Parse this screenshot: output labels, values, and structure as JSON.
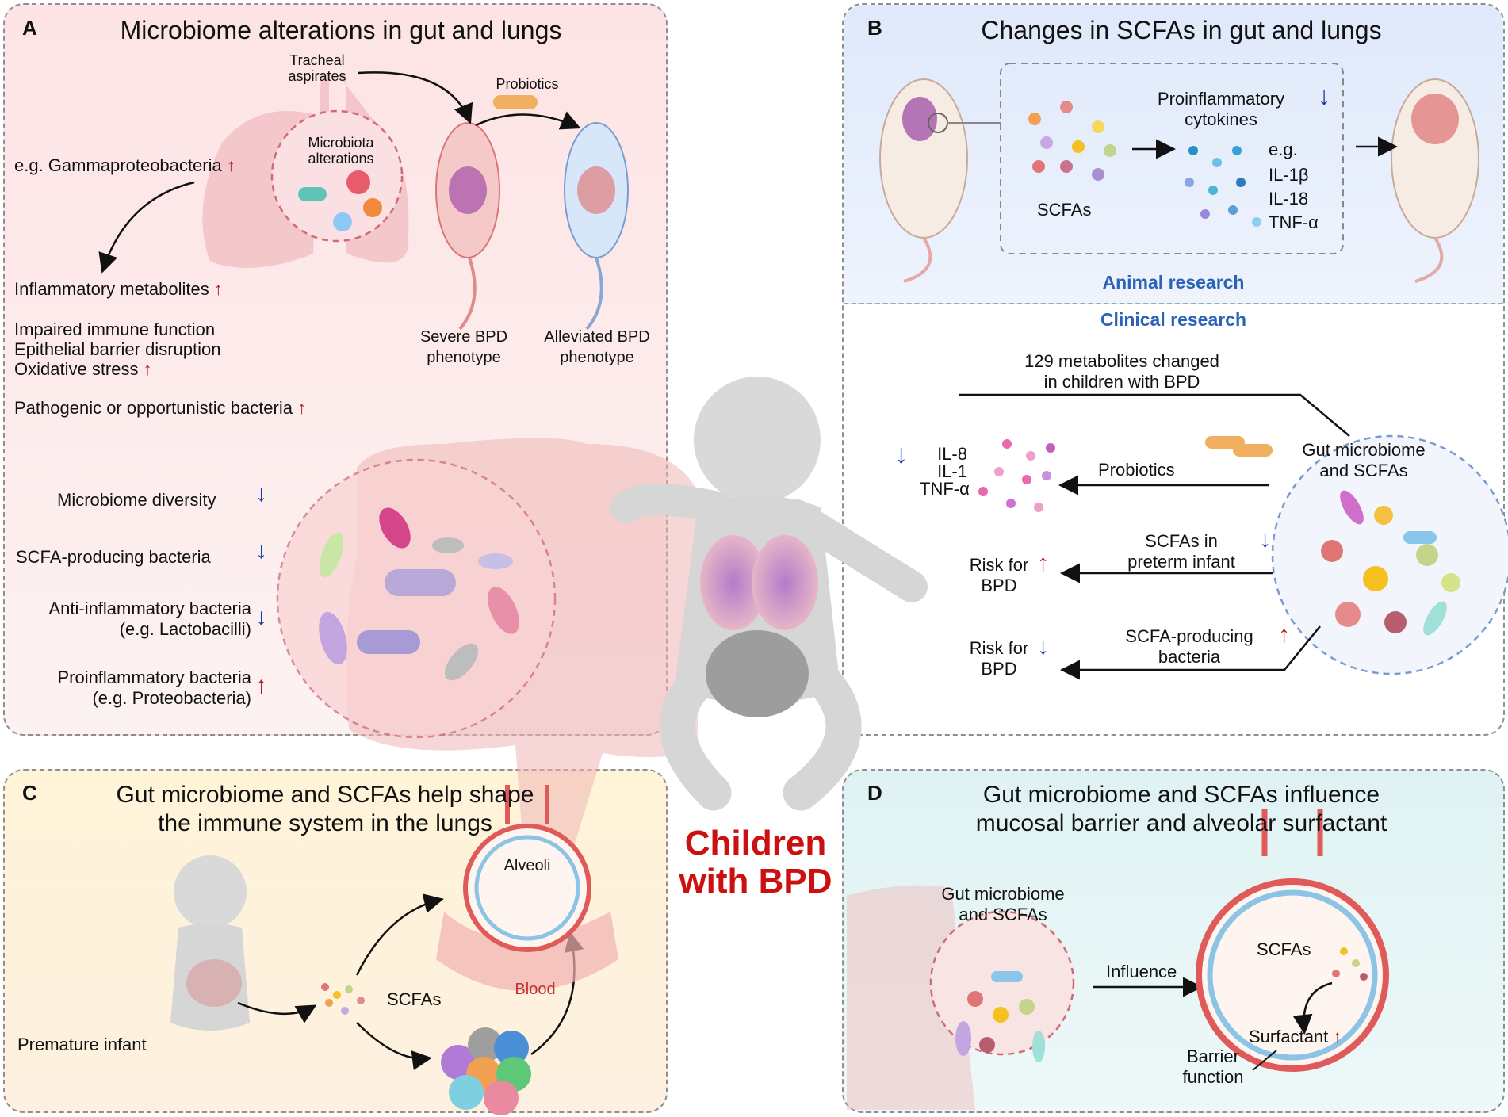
{
  "panelA": {
    "letter": "A",
    "title": "Microbiome alterations in gut and lungs",
    "tracheal": [
      "Tracheal",
      "aspirates"
    ],
    "probiotics": "Probiotics",
    "microbiota": [
      "Microbiota",
      "alterations"
    ],
    "gamma": "e.g. Gammaproteobacteria",
    "inflam_metab": "Inflammatory metabolites",
    "impaired": "Impaired immune function",
    "epithelial": "Epithelial barrier disruption",
    "oxidative": "Oxidative stress",
    "pathogenic": "Pathogenic or opportunistic bacteria",
    "severe": [
      "Severe BPD",
      "phenotype"
    ],
    "alleviated": [
      "Alleviated BPD",
      "phenotype"
    ],
    "diversity": "Microbiome diversity",
    "scfa_prod": "SCFA-producing bacteria",
    "anti_inflam": [
      "Anti-inflammatory bacteria",
      "(e.g. Lactobacilli)"
    ],
    "pro_inflam": [
      "Proinflammatory bacteria",
      "(e.g. Proteobacteria)"
    ]
  },
  "panelB": {
    "letter": "B",
    "title": "Changes in SCFAs in gut and lungs",
    "proinflam": [
      "Proinflammatory",
      "cytokines"
    ],
    "eg": "e.g.",
    "cytokines": [
      "IL-1β",
      "IL-18",
      "TNF-α"
    ],
    "scfas": "SCFAs",
    "animal": "Animal research",
    "clinical": "Clinical research",
    "metab": [
      "129 metabolites changed",
      "in children with BPD"
    ],
    "gut": [
      "Gut microbiome",
      "and SCFAs"
    ],
    "probiotics": "Probiotics",
    "il": [
      "IL-8",
      "IL-1",
      "TNF-α"
    ],
    "scfa_preterm": [
      "SCFAs in",
      "preterm infant"
    ],
    "risk": [
      "Risk for",
      "BPD"
    ],
    "scfa_prod": [
      "SCFA-producing",
      "bacteria"
    ]
  },
  "panelC": {
    "letter": "C",
    "title": [
      "Gut microbiome and SCFAs help shape",
      "the immune system in the lungs"
    ],
    "alveoli": "Alveoli",
    "blood": "Blood",
    "scfas": "SCFAs",
    "premature": "Premature infant"
  },
  "panelD": {
    "letter": "D",
    "title": [
      "Gut microbiome and SCFAs influence",
      "mucosal barrier and alveolar surfactant"
    ],
    "gut": [
      "Gut microbiome",
      "and SCFAs"
    ],
    "influence": "Influence",
    "scfas": "SCFAs",
    "surfactant": "Surfactant",
    "barrier": [
      "Barrier",
      "function"
    ]
  },
  "center": [
    "Children",
    "with BPD"
  ],
  "colors": {
    "up_arrow": "#b11c1c",
    "down_arrow": "#1a3fa8",
    "accent_title": "#cc1010",
    "research_label": "#2a63b8"
  }
}
